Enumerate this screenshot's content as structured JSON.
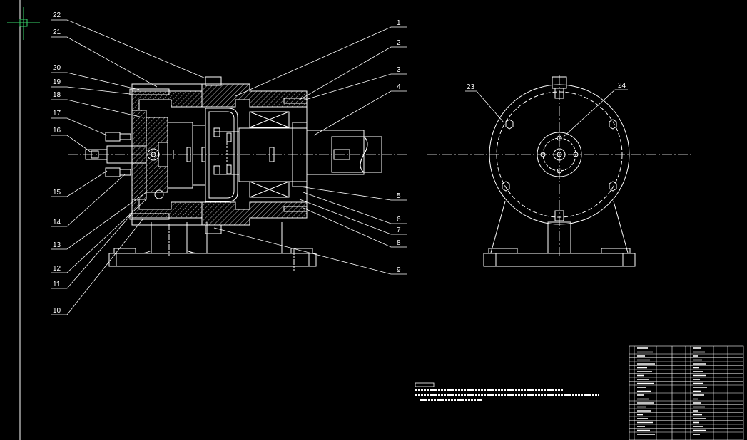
{
  "drawing": {
    "background": "#000000",
    "line_color": "#ffffff",
    "crosshair_color": "#37d46a",
    "leader_labels_left": [
      "22",
      "21",
      "20",
      "19",
      "18",
      "17",
      "16",
      "15",
      "14",
      "13",
      "12",
      "11",
      "10"
    ],
    "leader_labels_right": [
      "1",
      "2",
      "3",
      "4",
      "5",
      "6",
      "7",
      "8",
      "9"
    ],
    "side_view_labels": [
      "23",
      "24"
    ]
  }
}
